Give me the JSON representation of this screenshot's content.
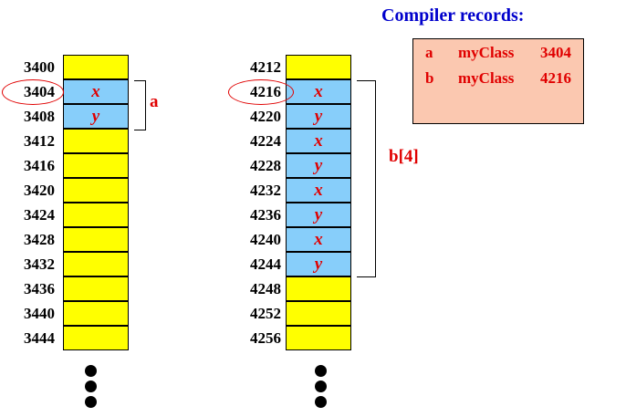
{
  "compiler_records": {
    "title": "Compiler records:",
    "rows": [
      {
        "name": "a",
        "type": "myClass",
        "address": "3404"
      },
      {
        "name": "b",
        "type": "myClass",
        "address": "4216"
      }
    ]
  },
  "left_memory": {
    "addresses": [
      "3400",
      "3404",
      "3408",
      "3412",
      "3416",
      "3420",
      "3424",
      "3428",
      "3432",
      "3436",
      "3440",
      "3444"
    ],
    "cells": [
      "",
      "x",
      "y",
      "",
      "",
      "",
      "",
      "",
      "",
      "",
      "",
      ""
    ],
    "highlight": [
      "yellow",
      "blue",
      "blue",
      "yellow",
      "yellow",
      "yellow",
      "yellow",
      "yellow",
      "yellow",
      "yellow",
      "yellow",
      "yellow"
    ],
    "bracket_label": "a"
  },
  "right_memory": {
    "addresses": [
      "4212",
      "4216",
      "4220",
      "4224",
      "4228",
      "4232",
      "4236",
      "4240",
      "4244",
      "4248",
      "4252",
      "4256"
    ],
    "cells": [
      "",
      "x",
      "y",
      "x",
      "y",
      "x",
      "y",
      "x",
      "y",
      "",
      "",
      ""
    ],
    "highlight": [
      "yellow",
      "blue",
      "blue",
      "blue",
      "blue",
      "blue",
      "blue",
      "blue",
      "blue",
      "yellow",
      "yellow",
      "yellow"
    ],
    "bracket_label": "b[4]"
  },
  "colors": {
    "yellow": "#ffff00",
    "blue": "#87cefa",
    "red": "#e00000",
    "title_blue": "#0000cc",
    "box": "#fbc8b0"
  }
}
